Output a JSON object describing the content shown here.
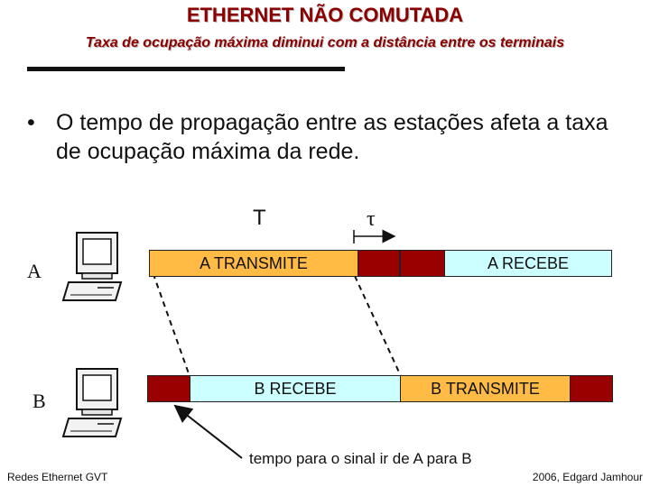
{
  "title": "ETHERNET NÃO COMUTADA",
  "subtitle": "Taxa de ocupação máxima diminui com a distância entre os terminais",
  "bullet": "O tempo de propagação entre as estações afeta a taxa de ocupação máxima da rede.",
  "bullet_marker": "•",
  "diagram": {
    "label_T": "T",
    "label_tau": "τ",
    "station_a": "A",
    "station_b": "B",
    "bar_a_transmit": "A TRANSMITE",
    "bar_a_receive": "A RECEBE",
    "bar_b_receive": "B RECEBE",
    "bar_b_transmit": "B TRANSMITE",
    "note": "tempo para o sinal ir de A para B"
  },
  "footer": {
    "left": "Redes Ethernet GVT",
    "right": "2006, Edgard Jamhour"
  },
  "colors": {
    "title": "#8b0000",
    "transmit_bar": "#ffbb44",
    "receive_bar": "#ccffff",
    "collision_block": "#990000"
  },
  "icons": [
    "computer-icon-a",
    "computer-icon-b"
  ]
}
